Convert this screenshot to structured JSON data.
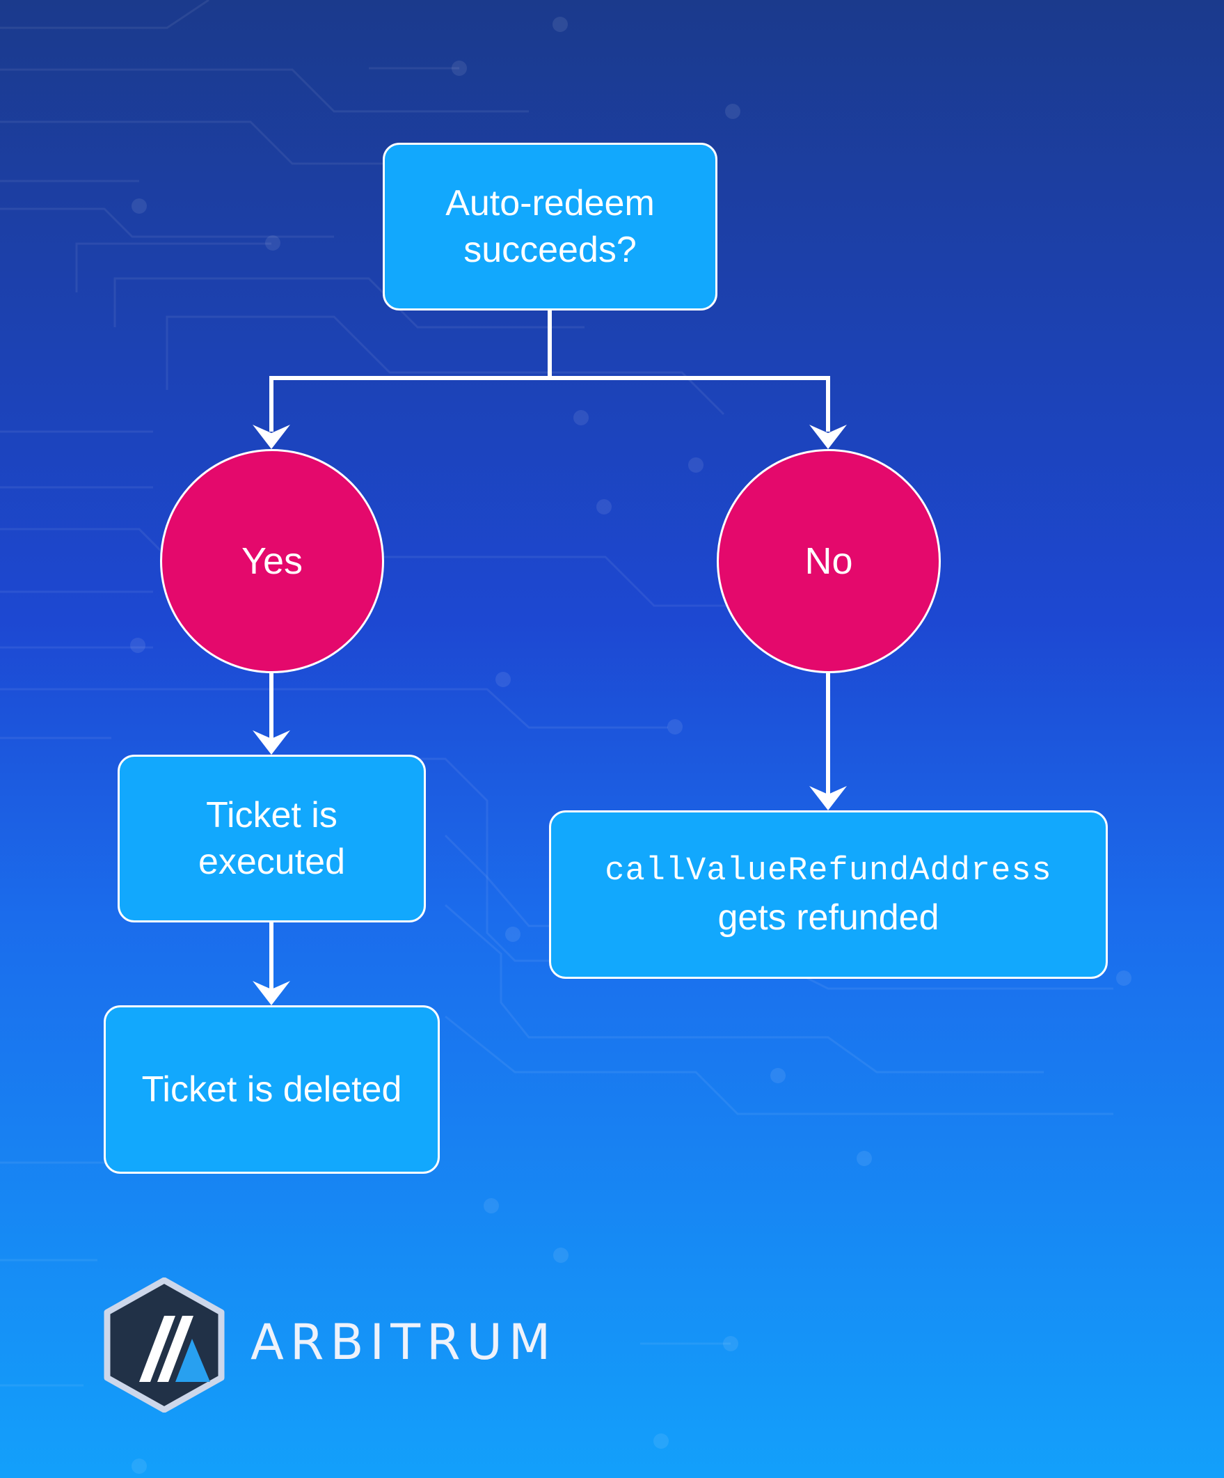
{
  "diagram": {
    "question": [
      "Auto-redeem",
      "succeeds?"
    ],
    "yes_label": "Yes",
    "no_label": "No",
    "executed": [
      "Ticket is",
      "executed"
    ],
    "deleted": "Ticket is deleted",
    "refund_code": "callValueRefundAddress",
    "refund_text": "gets refunded"
  },
  "brand": {
    "name": "ARBITRUM"
  },
  "colors": {
    "box_fill": "#12a8fd",
    "circle_fill": "#e4096c",
    "line": "#ffffff"
  }
}
